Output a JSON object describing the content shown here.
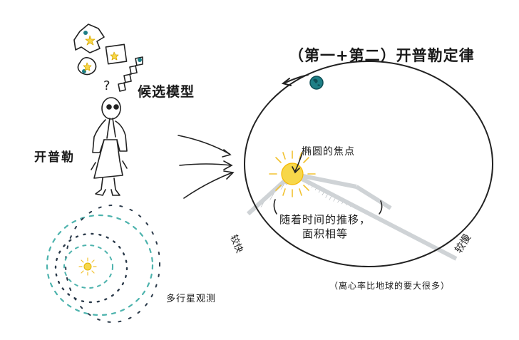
{
  "title": "（第一+第二）开普勒定律",
  "candidates_label": "候选模型",
  "kepler_label": "开普勒",
  "focus_label": "椭圆的焦点",
  "equal_area_line1": "随着时间的推移，",
  "equal_area_line2": "面积相等",
  "faster_label": "较快",
  "slower_label": "较慢",
  "eccentricity_note": "（离心率比地球的要大很多）",
  "observation_label": "多行星观测",
  "colors": {
    "planet": "#1e7f86",
    "sun": "#f7d74a",
    "sun_core": "#f5b700",
    "hatch": "#cfd3d6",
    "orbit_teal": "#4db3ad",
    "orbit_dark": "#2b3a4a"
  }
}
